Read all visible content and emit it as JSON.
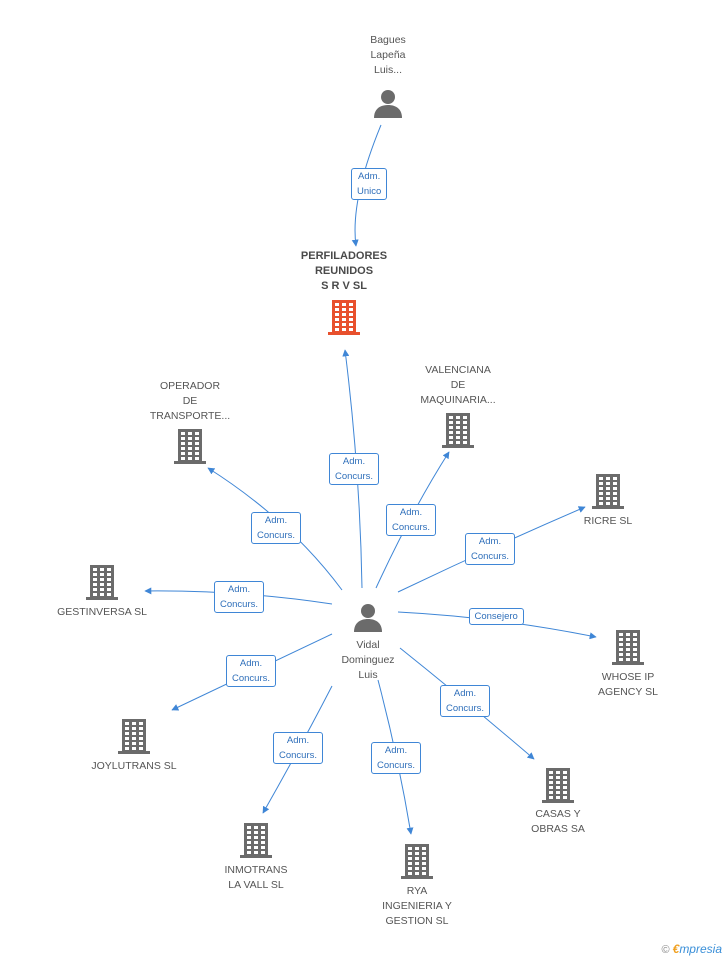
{
  "colors": {
    "edge": "#3f86d6",
    "building": "#6b6b6b",
    "building_main": "#e8502d",
    "person": "#6b6b6b"
  },
  "nodes": [
    {
      "id": "bagues",
      "label": [
        "Bagues",
        "Lapeña",
        "Luis..."
      ],
      "icon": "person-icon"
    },
    {
      "id": "perfiladores",
      "label": [
        "PERFILADORES",
        "REUNIDOS",
        "S R V SL"
      ],
      "icon": "building-icon",
      "main": true
    },
    {
      "id": "operador",
      "label": [
        "OPERADOR",
        "DE",
        "TRANSPORTE..."
      ],
      "icon": "building-icon"
    },
    {
      "id": "valenciana",
      "label": [
        "VALENCIANA",
        "DE",
        "MAQUINARIA..."
      ],
      "icon": "building-icon"
    },
    {
      "id": "ricre",
      "label": [
        "RICRE SL"
      ],
      "icon": "building-icon"
    },
    {
      "id": "gestinversa",
      "label": [
        "GESTINVERSA SL"
      ],
      "icon": "building-icon"
    },
    {
      "id": "vidal",
      "label": [
        "Vidal",
        "Dominguez",
        "Luis"
      ],
      "icon": "person-icon"
    },
    {
      "id": "whose",
      "label": [
        "WHOSE IP",
        "AGENCY  SL"
      ],
      "icon": "building-icon"
    },
    {
      "id": "joylutrans",
      "label": [
        "JOYLUTRANS SL"
      ],
      "icon": "building-icon"
    },
    {
      "id": "casas",
      "label": [
        "CASAS Y",
        "OBRAS SA"
      ],
      "icon": "building-icon"
    },
    {
      "id": "inmotrans",
      "label": [
        "INMOTRANS",
        "LA VALL SL"
      ],
      "icon": "building-icon"
    },
    {
      "id": "rya",
      "label": [
        "RYA",
        "INGENIERIA Y",
        "GESTION SL"
      ],
      "icon": "building-icon"
    }
  ],
  "edges": [
    {
      "from": "bagues",
      "to": "perfiladores",
      "label": [
        "Adm.",
        "Unico"
      ]
    },
    {
      "from": "vidal",
      "to": "perfiladores",
      "label": [
        "Adm.",
        "Concurs."
      ]
    },
    {
      "from": "vidal",
      "to": "operador",
      "label": [
        "Adm.",
        "Concurs."
      ]
    },
    {
      "from": "vidal",
      "to": "valenciana",
      "label": [
        "Adm.",
        "Concurs."
      ]
    },
    {
      "from": "vidal",
      "to": "ricre",
      "label": [
        "Adm.",
        "Concurs."
      ]
    },
    {
      "from": "vidal",
      "to": "gestinversa",
      "label": [
        "Adm.",
        "Concurs."
      ]
    },
    {
      "from": "vidal",
      "to": "whose",
      "label": [
        "Consejero"
      ]
    },
    {
      "from": "vidal",
      "to": "joylutrans",
      "label": [
        "Adm.",
        "Concurs."
      ]
    },
    {
      "from": "vidal",
      "to": "casas",
      "label": [
        "Adm.",
        "Concurs."
      ]
    },
    {
      "from": "vidal",
      "to": "inmotrans",
      "label": [
        "Adm.",
        "Concurs."
      ]
    },
    {
      "from": "vidal",
      "to": "rya",
      "label": [
        "Adm.",
        "Concurs."
      ]
    }
  ],
  "watermark": {
    "copyright": "©",
    "brand_initial": "€",
    "brand_rest": "mpresia"
  }
}
